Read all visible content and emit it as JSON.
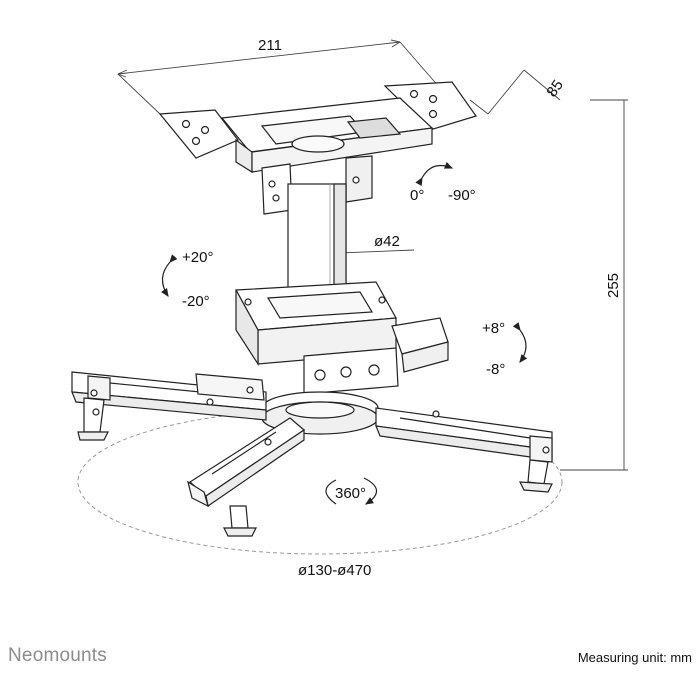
{
  "dimensions": {
    "width": "211",
    "depth": "85",
    "height": "255",
    "tube": "ø42",
    "span": "ø130-ø470"
  },
  "rotations": {
    "top_a": "0°",
    "top_b": "-90°",
    "tilt_up": "+20°",
    "tilt_down": "-20°",
    "roll_up": "+8°",
    "roll_down": "-8°",
    "swivel": "360°"
  },
  "footer": {
    "brand": "Neomounts",
    "unit": "Measuring unit: mm"
  }
}
